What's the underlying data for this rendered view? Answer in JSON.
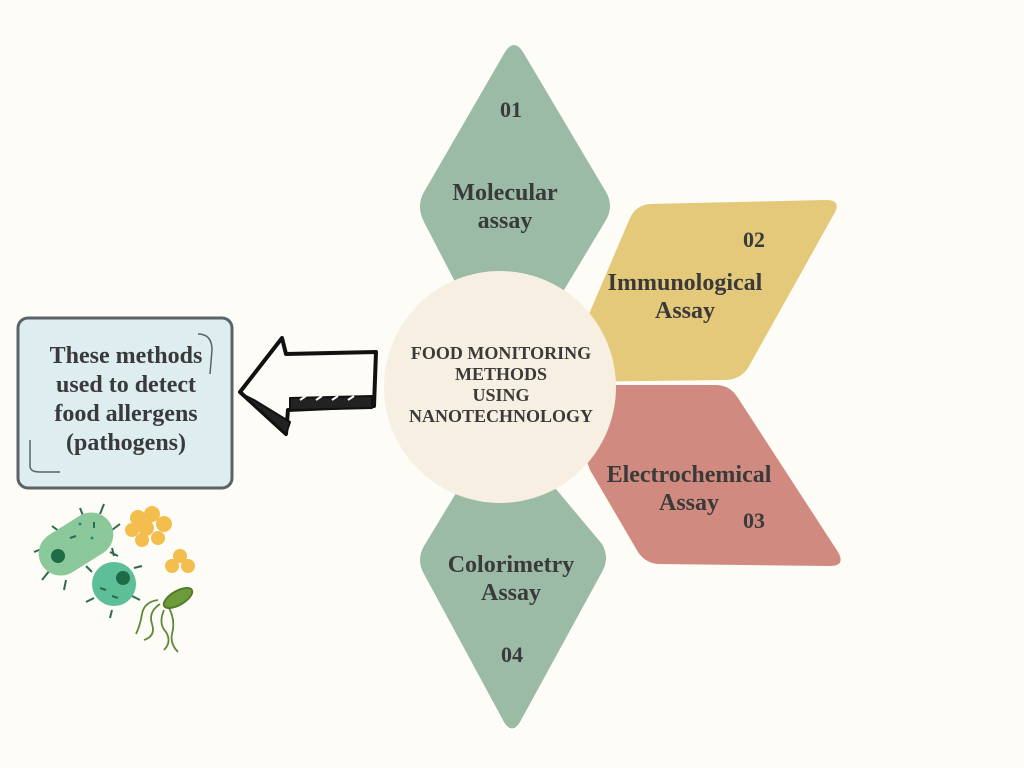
{
  "center": {
    "lines": [
      "FOOD MONITORING",
      "METHODS",
      "USING",
      "NANOTECHNOLOGY"
    ]
  },
  "methods": [
    {
      "number": "01",
      "label_lines": [
        "Molecular",
        "assay"
      ],
      "color": "#9bbba6"
    },
    {
      "number": "02",
      "label_lines": [
        "Immunological",
        "Assay"
      ],
      "color": "#e4c97a"
    },
    {
      "number": "03",
      "label_lines": [
        "Electrochemical",
        "Assay"
      ],
      "color": "#d18a80"
    },
    {
      "number": "04",
      "label_lines": [
        "Colorimetry",
        "Assay"
      ],
      "color": "#9bbba6"
    }
  ],
  "note": {
    "lines": [
      "These methods",
      "used to detect",
      "food allergens",
      "(pathogens)"
    ],
    "background": "#ddedf0",
    "border": "#5a6468"
  },
  "colors": {
    "background": "#fdfcf7",
    "center_fill": "#f6efe2",
    "text": "#3a3a3a"
  }
}
